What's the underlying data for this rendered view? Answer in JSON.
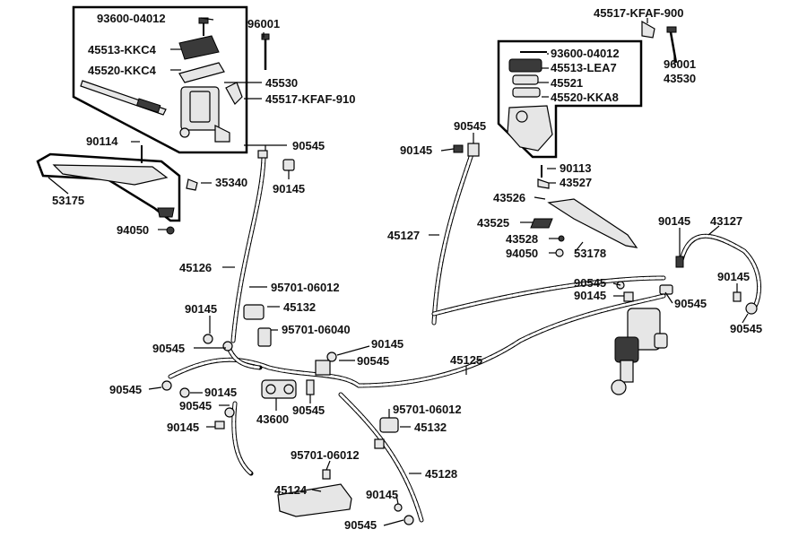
{
  "labels": [
    {
      "id": "l1",
      "text": "93600-04012"
    },
    {
      "id": "l2",
      "text": "96001"
    },
    {
      "id": "l3",
      "text": "45513-KKC4"
    },
    {
      "id": "l4",
      "text": "45520-KKC4"
    },
    {
      "id": "l5",
      "text": "45530"
    },
    {
      "id": "l6",
      "text": "45517-KFAF-910"
    },
    {
      "id": "l7",
      "text": "90114"
    },
    {
      "id": "l8",
      "text": "90545"
    },
    {
      "id": "l9",
      "text": "90145"
    },
    {
      "id": "l10",
      "text": "35340"
    },
    {
      "id": "l11",
      "text": "53175"
    },
    {
      "id": "l12",
      "text": "94050"
    },
    {
      "id": "l13",
      "text": "45126"
    },
    {
      "id": "l14",
      "text": "95701-06012"
    },
    {
      "id": "l15",
      "text": "45132"
    },
    {
      "id": "l16",
      "text": "90145"
    },
    {
      "id": "l17",
      "text": "95701-06040"
    },
    {
      "id": "l18",
      "text": "90545"
    },
    {
      "id": "l19",
      "text": "90145"
    },
    {
      "id": "l20",
      "text": "90545"
    },
    {
      "id": "l21",
      "text": "90545"
    },
    {
      "id": "l22",
      "text": "90145"
    },
    {
      "id": "l23",
      "text": "90545"
    },
    {
      "id": "l24",
      "text": "43600"
    },
    {
      "id": "l25",
      "text": "90545"
    },
    {
      "id": "l26",
      "text": "90145"
    },
    {
      "id": "l27",
      "text": "45517-KFAF-900"
    },
    {
      "id": "l28",
      "text": "93600-04012"
    },
    {
      "id": "l29",
      "text": "45513-LEA7"
    },
    {
      "id": "l30",
      "text": "96001"
    },
    {
      "id": "l31",
      "text": "43530"
    },
    {
      "id": "l32",
      "text": "45521"
    },
    {
      "id": "l33",
      "text": "45520-KKA8"
    },
    {
      "id": "l34",
      "text": "90545"
    },
    {
      "id": "l35",
      "text": "90145"
    },
    {
      "id": "l36",
      "text": "90113"
    },
    {
      "id": "l37",
      "text": "43527"
    },
    {
      "id": "l38",
      "text": "43526"
    },
    {
      "id": "l39",
      "text": "43525"
    },
    {
      "id": "l40",
      "text": "43528"
    },
    {
      "id": "l41",
      "text": "94050"
    },
    {
      "id": "l42",
      "text": "53178"
    },
    {
      "id": "l43",
      "text": "45127"
    },
    {
      "id": "l44",
      "text": "90145"
    },
    {
      "id": "l45",
      "text": "43127"
    },
    {
      "id": "l46",
      "text": "90145"
    },
    {
      "id": "l47",
      "text": "90545"
    },
    {
      "id": "l48",
      "text": "90545"
    },
    {
      "id": "l49",
      "text": "90145"
    },
    {
      "id": "l50",
      "text": "90545"
    },
    {
      "id": "l51",
      "text": "45125"
    },
    {
      "id": "l52",
      "text": "95701-06012"
    },
    {
      "id": "l53",
      "text": "45132"
    },
    {
      "id": "l54",
      "text": "95701-06012"
    },
    {
      "id": "l55",
      "text": "45128"
    },
    {
      "id": "l56",
      "text": "45124"
    },
    {
      "id": "l57",
      "text": "90145"
    },
    {
      "id": "l58",
      "text": "90545"
    }
  ]
}
